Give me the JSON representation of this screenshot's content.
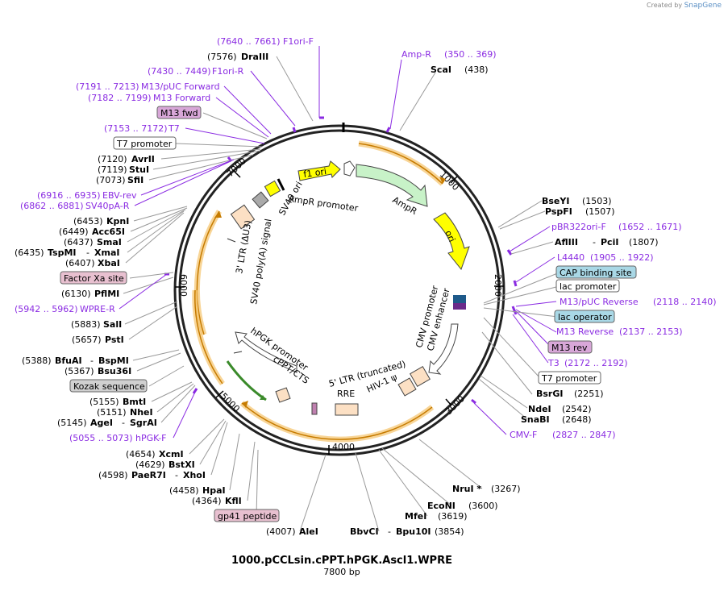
{
  "credit": {
    "created_by": "Created by",
    "brand": "SnapGene"
  },
  "title": "1000.pCCLsin.cPPT.hPGK.Ascl1.WPRE",
  "length": "7800 bp",
  "ticks": [
    "1000",
    "2000",
    "3000",
    "4000",
    "5000",
    "6000",
    "7000"
  ],
  "labels": {
    "f1ori_F": {
      "range": "(7640 .. 7661)",
      "name": "F1ori-F"
    },
    "draIII": {
      "pos": "(7576)",
      "name": "DraIII"
    },
    "f1ori_R": {
      "range": "(7430 .. 7449)",
      "name": "F1ori-R"
    },
    "m13puc_fwd": {
      "range": "(7191 .. 7213)",
      "name": "M13/pUC Forward"
    },
    "m13_fwd": {
      "range": "(7182 .. 7199)",
      "name": "M13 Forward"
    },
    "m13fwd_box": "M13 fwd",
    "t7": {
      "range": "(7153 .. 7172)",
      "name": "T7"
    },
    "t7prom_box": "T7 promoter",
    "avrII": {
      "pos": "(7120)",
      "name": "AvrII"
    },
    "stuI": {
      "pos": "(7119)",
      "name": "StuI"
    },
    "sfiI": {
      "pos": "(7073)",
      "name": "SfiI"
    },
    "ebv_rev": {
      "range": "(6916 .. 6935)",
      "name": "EBV-rev"
    },
    "sv40pA_R": {
      "range": "(6862 .. 6881)",
      "name": "SV40pA-R"
    },
    "kpnI": {
      "pos": "(6453)",
      "name": "KpnI"
    },
    "acc65I": {
      "pos": "(6449)",
      "name": "Acc65I"
    },
    "smaI": {
      "pos": "(6437)",
      "name": "SmaI"
    },
    "tspMI": {
      "pos": "(6435)",
      "name": "TspMI",
      "name2": "XmaI"
    },
    "xbaI": {
      "pos": "(6407)",
      "name": "XbaI"
    },
    "factorXa_box": "Factor Xa site",
    "pflMI": {
      "pos": "(6130)",
      "name": "PflMI"
    },
    "wpre_R": {
      "range": "(5942 .. 5962)",
      "name": "WPRE-R"
    },
    "salI": {
      "pos": "(5883)",
      "name": "SalI"
    },
    "pstI": {
      "pos": "(5657)",
      "name": "PstI"
    },
    "bfuAI": {
      "pos": "(5388)",
      "name": "BfuAI",
      "name2": "BspMI"
    },
    "bsu36I": {
      "pos": "(5367)",
      "name": "Bsu36I"
    },
    "kozak_box": "Kozak sequence",
    "bmtI": {
      "pos": "(5155)",
      "name": "BmtI"
    },
    "nheI": {
      "pos": "(5151)",
      "name": "NheI"
    },
    "ageI": {
      "pos": "(5145)",
      "name": "AgeI",
      "name2": "SgrAI"
    },
    "hpgk_F": {
      "range": "(5055 .. 5073)",
      "name": "hPGK-F"
    },
    "xcmI": {
      "pos": "(4654)",
      "name": "XcmI"
    },
    "bstXI": {
      "pos": "(4629)",
      "name": "BstXI"
    },
    "paeR7I": {
      "pos": "(4598)",
      "name": "PaeR7I",
      "name2": "XhoI"
    },
    "hpaI": {
      "pos": "(4458)",
      "name": "HpaI"
    },
    "kflI": {
      "pos": "(4364)",
      "name": "KflI"
    },
    "gp41_box": "gp41 peptide",
    "aleI": {
      "pos": "(4007)",
      "name": "AleI"
    },
    "bbvCI": {
      "name": "BbvCI",
      "name2": "Bpu10I",
      "pos": "(3854)"
    },
    "mfeI": {
      "name": "MfeI",
      "pos": "(3619)"
    },
    "ecoNI": {
      "name": "EcoNI",
      "pos": "(3600)"
    },
    "nruI": {
      "name": "NruI *",
      "pos": "(3267)"
    },
    "cmv_F": {
      "name": "CMV-F",
      "range": "(2827 .. 2847)"
    },
    "snaBI": {
      "name": "SnaBI",
      "pos": "(2648)"
    },
    "ndeI": {
      "name": "NdeI",
      "pos": "(2542)"
    },
    "bsrGI": {
      "name": "BsrGI",
      "pos": "(2251)"
    },
    "t7prom2_box": "T7 promoter",
    "t3": {
      "name": "T3",
      "range": "(2172 .. 2192)"
    },
    "m13rev_box": "M13 rev",
    "m13_rev": {
      "name": "M13 Reverse",
      "range": "(2137 .. 2153)"
    },
    "lacop_box": "lac operator",
    "m13puc_rev": {
      "name": "M13/pUC Reverse",
      "range": "(2118 .. 2140)"
    },
    "lacprom_box": "lac promoter",
    "cap_box": "CAP binding site",
    "l4440": {
      "name": "L4440",
      "range": "(1905 .. 1922)"
    },
    "aflIII": {
      "name": "AflIII",
      "name2": "PciI",
      "pos": "(1807)"
    },
    "pbr322": {
      "name": "pBR322ori-F",
      "range": "(1652 .. 1671)"
    },
    "pspFI": {
      "name": "PspFI",
      "pos": "(1507)"
    },
    "bseYI": {
      "name": "BseYI",
      "pos": "(1503)"
    },
    "scaI": {
      "name": "ScaI",
      "pos": "(438)"
    },
    "ampR_primer": {
      "name": "Amp-R",
      "range": "(350 .. 369)"
    }
  },
  "features": {
    "f1ori": "f1 ori",
    "ampR_prom": "AmpR promoter",
    "ampR": "AmpR",
    "ori": "ori",
    "sv40ori": "SV40 ori",
    "cmv_prom": "CMV promoter",
    "cmv_enh": "CMV enhancer",
    "ltr3": "3' LTR (ΔU3)",
    "sv40pA": "SV40 poly(A) signal",
    "hpgk": "hPGK promoter",
    "cppt": "cPPT/CTS",
    "ltr5": "5' LTR (truncated)",
    "hiv": "HIV-1 ψ",
    "rre": "RRE"
  },
  "colors": {
    "primer": "#8a2be2",
    "orf": "#f5a623",
    "ampR": "#c8f2c8",
    "ori": "#ffff00",
    "promoter": "#ffffff",
    "boxPurple": "#d8a7d8",
    "boxBlue": "#a9d8e6",
    "boxGray": "#d0d0d0",
    "boxPink": "#e8c0d0"
  }
}
